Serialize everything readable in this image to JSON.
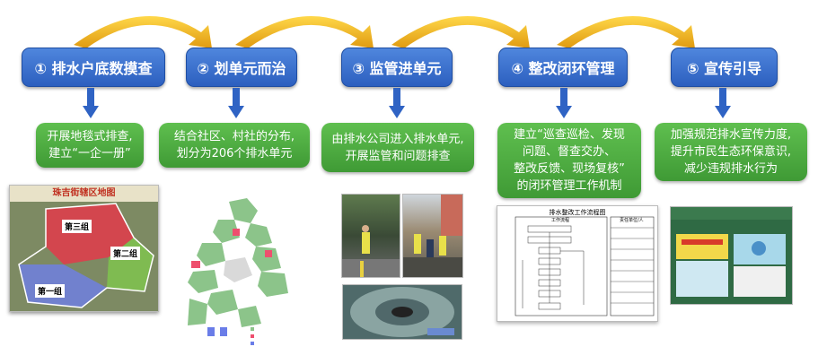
{
  "steps": [
    {
      "label": "① 排水户底数摸查"
    },
    {
      "label": "② 划单元而治"
    },
    {
      "label": "③ 监管进单元"
    },
    {
      "label": "④ 整改闭环管理"
    },
    {
      "label": "⑤ 宣传引导"
    }
  ],
  "descriptions": [
    {
      "lines": [
        "开展地毯式排查,",
        "建立“一企一册”"
      ]
    },
    {
      "lines": [
        "结合社区、村社的分布,",
        "划分为206个排水单元"
      ]
    },
    {
      "lines": [
        "由排水公司进入排水单元,",
        "开展监管和问题排查"
      ]
    },
    {
      "lines": [
        "建立“巡查巡检、发现",
        "问题、督查交办、",
        "整改反馈、现场复核”",
        "的闭环管理工作机制"
      ]
    },
    {
      "lines": [
        "加强规范排水宣传力度,",
        "提升市民生态环保意识,",
        "减少违规排水行为"
      ]
    }
  ],
  "map": {
    "title": "珠吉街辖区地图",
    "groups": [
      "第三组",
      "第二组",
      "第一组"
    ]
  },
  "flowchart": {
    "title": "排水整改工作流程图",
    "col1": "工作流程",
    "col2": "责任单位/人"
  },
  "colors": {
    "step_blue": "#2f63c4",
    "desc_green": "#4aa83c",
    "arrow_gold": "#f2b418",
    "down_arrow_blue": "#2f63c4"
  }
}
